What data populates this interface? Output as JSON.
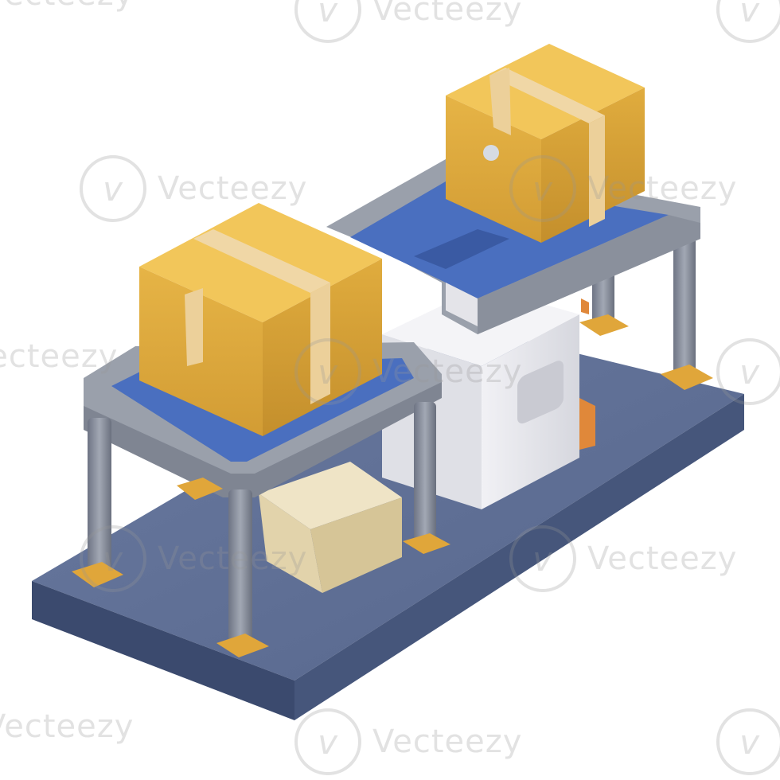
{
  "image": {
    "subject": "isometric 3D conveyor belt with cardboard boxes",
    "colors": {
      "background": "#ffffff",
      "base_top": "#5f6f94",
      "base_front": "#3b4a6e",
      "base_side": "#4a5a80",
      "rail": "#9aa0ab",
      "rail_dark": "#7b818d",
      "belt": "#4a6fbf",
      "belt_dark": "#3a5aa3",
      "box_top": "#f2c65a",
      "box_front": "#dba83c",
      "box_side": "#c8952e",
      "tape": "#f0d7a6",
      "machine": "#e9e9ee",
      "machine_side": "#cfd0d8",
      "foot": "#e0a63a",
      "accent_orange": "#e0883a",
      "beige_box": "#e6d8b2"
    }
  },
  "watermark": {
    "text": "Vecteezy",
    "logo_glyph": "v"
  }
}
